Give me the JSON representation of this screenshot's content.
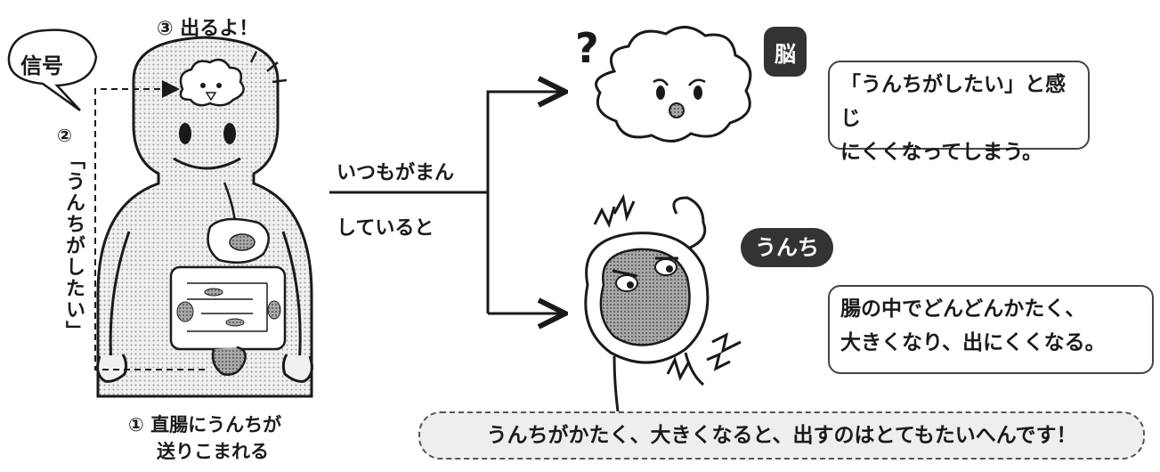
{
  "labels": {
    "step3": "③ 出るよ！",
    "shingou": "信号",
    "step2_number": "②",
    "step2_text": "「うんちがしたい」",
    "step1_line1": "① 直腸にうんちが",
    "step1_line2": "送りこまれる",
    "arrow_label_line1": "いつもがまん",
    "arrow_label_line2": "していると",
    "tag_brain": "脳",
    "tag_unchi": "うんち",
    "brain_text_line1": "「うんちがしたい」と感じ",
    "brain_text_line2": "にくくなってしまう。",
    "gut_text_line1": "腸の中でどんどんかたく、",
    "gut_text_line2": "大きくなり、出にくくなる。",
    "bottom_text": "うんちがかたく、大きくなると、出すのはとてもたいへんです！"
  },
  "colors": {
    "ink": "#1a1a1a",
    "body_fill": "#e6e6e6",
    "tag_fill": "#333333",
    "lump_fill": "#9a9a9a",
    "pill_fill": "#eeeeee"
  }
}
